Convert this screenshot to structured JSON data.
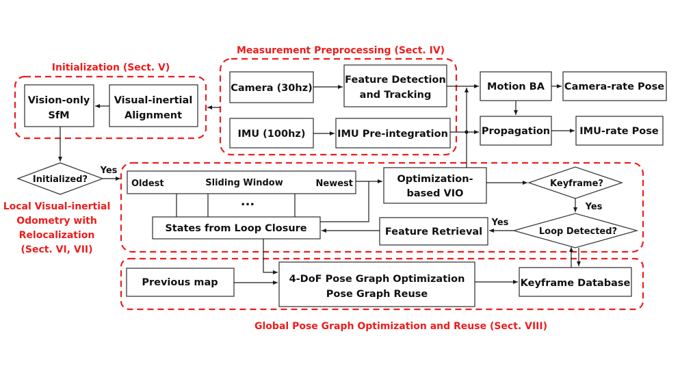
{
  "colors": {
    "region": "#ee1c1c",
    "line": "#1a1a1a",
    "box_border": "#3a3a3a"
  },
  "regions": {
    "initialization": "Initialization (Sect. V)",
    "measurement": "Measurement Preprocessing (Sect. IV)",
    "local_vio": [
      "Local Visual-inertial",
      "Odometry with",
      "Relocalization",
      "(Sect. VI, VII)"
    ],
    "global": "Global Pose Graph Optimization and Reuse  (Sect. VIII)"
  },
  "nodes": {
    "vision_sfm": [
      "Vision-only",
      "SfM"
    ],
    "vi_alignment": [
      "Visual-inertial",
      "Alignment"
    ],
    "camera": "Camera (30hz)",
    "feature_det": [
      "Feature Detection",
      "and Tracking"
    ],
    "imu": "IMU (100hz)",
    "imu_preint": "IMU Pre-integration",
    "motion_ba": "Motion BA",
    "camera_pose": "Camera-rate Pose",
    "propagation": "Propagation",
    "imu_pose": "IMU-rate Pose",
    "initialized": "Initialized?",
    "sliding_window": {
      "oldest": "Oldest",
      "title": "Sliding Window",
      "newest": "Newest",
      "ellipsis": "..."
    },
    "loop_states": "States from Loop Closure",
    "opt_vio": [
      "Optimization-",
      "based VIO"
    ],
    "keyframe_q": "Keyframe?",
    "loop_detected": "Loop Detected?",
    "feature_retrieval": "Feature Retrieval",
    "previous_map": "Previous map",
    "pose_graph": [
      "4-DoF Pose Graph Optimization",
      "Pose Graph Reuse"
    ],
    "keyframe_db": "Keyframe Database"
  },
  "edge_labels": {
    "init_yes": "Yes",
    "keyframe_yes": "Yes",
    "loop_yes": "Yes"
  }
}
